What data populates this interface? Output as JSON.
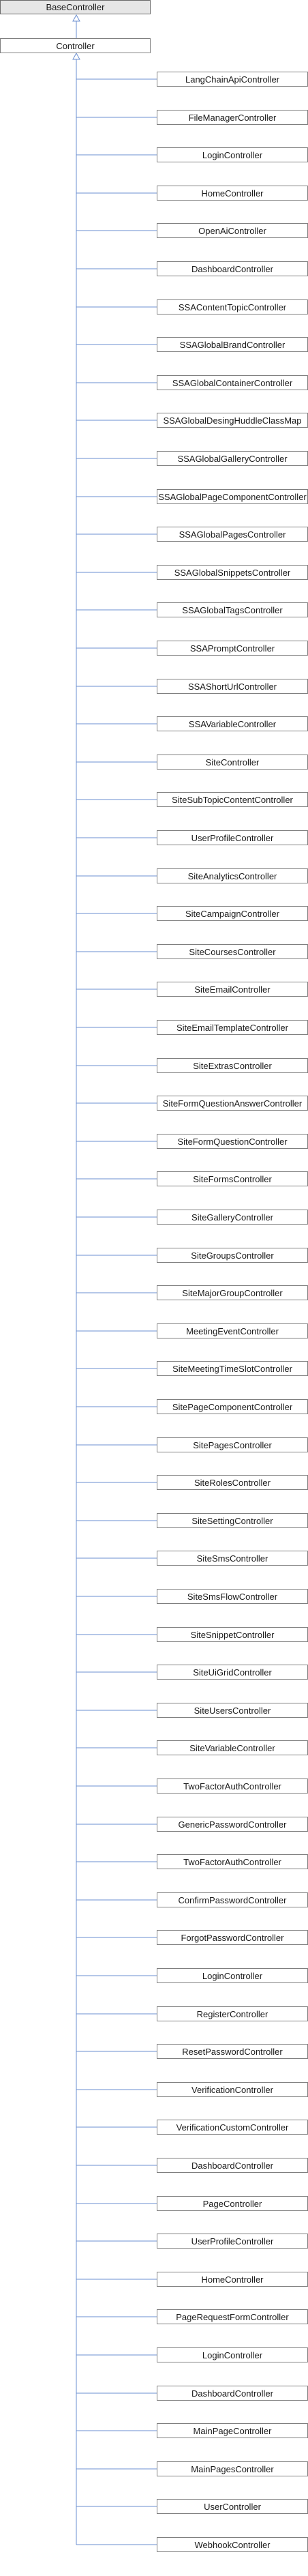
{
  "diagram": {
    "base": "BaseController",
    "parent": "Controller",
    "children": [
      "LangChainApiController",
      "FileManagerController",
      "LoginController",
      "HomeController",
      "OpenAiController",
      "DashboardController",
      "SSAContentTopicController",
      "SSAGlobalBrandController",
      "SSAGlobalContainerController",
      "SSAGlobalDesingHuddleClassMap",
      "SSAGlobalGalleryController",
      "SSAGlobalPageComponentController",
      "SSAGlobalPagesController",
      "SSAGlobalSnippetsController",
      "SSAGlobalTagsController",
      "SSAPromptController",
      "SSAShortUrlController",
      "SSAVariableController",
      "SiteController",
      "SiteSubTopicContentController",
      "UserProfileController",
      "SiteAnalyticsController",
      "SiteCampaignController",
      "SiteCoursesController",
      "SiteEmailController",
      "SiteEmailTemplateController",
      "SiteExtrasController",
      "SiteFormQuestionAnswerController",
      "SiteFormQuestionController",
      "SiteFormsController",
      "SiteGalleryController",
      "SiteGroupsController",
      "SiteMajorGroupController",
      "MeetingEventController",
      "SiteMeetingTimeSlotController",
      "SitePageComponentController",
      "SitePagesController",
      "SiteRolesController",
      "SiteSettingController",
      "SiteSmsController",
      "SiteSmsFlowController",
      "SiteSnippetController",
      "SiteUiGridController",
      "SiteUsersController",
      "SiteVariableController",
      "TwoFactorAuthController",
      "GenericPasswordController",
      "TwoFactorAuthController",
      "ConfirmPasswordController",
      "ForgotPasswordController",
      "LoginController",
      "RegisterController",
      "ResetPasswordController",
      "VerificationController",
      "VerificationCustomController",
      "DashboardController",
      "PageController",
      "UserProfileController",
      "HomeController",
      "PageRequestFormController",
      "LoginController",
      "DashboardController",
      "MainPageController",
      "MainPagesController",
      "UserController",
      "WebhookController"
    ],
    "colors": {
      "line": "#6b8fd1",
      "box_border": "#7f7f7f",
      "base_fill": "#e6e6e6"
    }
  }
}
